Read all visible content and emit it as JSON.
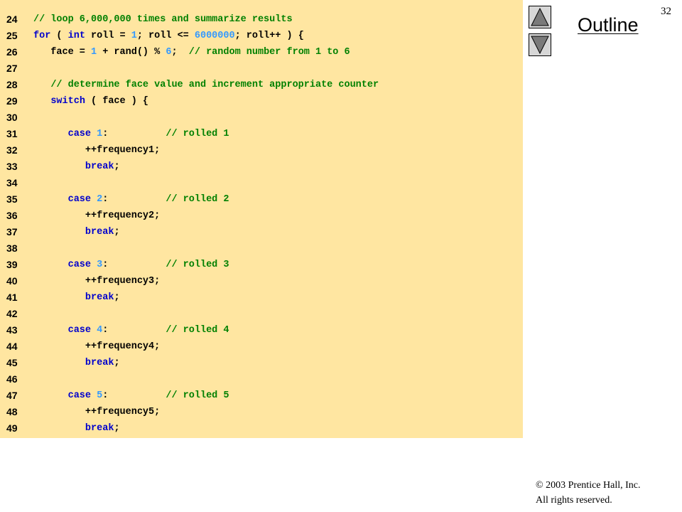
{
  "slide": {
    "number": "32",
    "outline_label": "Outline",
    "copyright_line1": "© 2003 Prentice Hall, Inc.",
    "copyright_line2": "All rights reserved.",
    "nav_up_icon": "triangle-up-icon",
    "nav_down_icon": "triangle-down-icon"
  },
  "colors": {
    "panel_background": "#ffe6a1",
    "keyword": "#0000cc",
    "number": "#3399ff",
    "comment": "#008000",
    "plain": "#000000"
  },
  "code_lines": [
    {
      "num": "24",
      "tokens": [
        [
          "comment",
          "// loop 6,000,000 times and summarize results"
        ]
      ]
    },
    {
      "num": "25",
      "tokens": [
        [
          "keyword",
          "for"
        ],
        [
          "plain",
          " ( "
        ],
        [
          "keyword",
          "int"
        ],
        [
          "plain",
          " roll = "
        ],
        [
          "number",
          "1"
        ],
        [
          "plain",
          "; roll <= "
        ],
        [
          "number",
          "6000000"
        ],
        [
          "plain",
          "; roll++ ) {"
        ]
      ]
    },
    {
      "num": "26",
      "tokens": [
        [
          "plain",
          "   face = "
        ],
        [
          "number",
          "1"
        ],
        [
          "plain",
          " + rand() % "
        ],
        [
          "number",
          "6"
        ],
        [
          "plain",
          ";  "
        ],
        [
          "comment",
          "// random number from 1 to 6"
        ]
      ]
    },
    {
      "num": "27",
      "tokens": []
    },
    {
      "num": "28",
      "tokens": [
        [
          "plain",
          "   "
        ],
        [
          "comment",
          "// determine face value and increment appropriate counter"
        ]
      ]
    },
    {
      "num": "29",
      "tokens": [
        [
          "plain",
          "   "
        ],
        [
          "keyword",
          "switch"
        ],
        [
          "plain",
          " ( face ) {"
        ]
      ]
    },
    {
      "num": "30",
      "tokens": []
    },
    {
      "num": "31",
      "tokens": [
        [
          "plain",
          "      "
        ],
        [
          "keyword",
          "case"
        ],
        [
          "plain",
          " "
        ],
        [
          "number",
          "1"
        ],
        [
          "plain",
          ":          "
        ],
        [
          "comment",
          "// rolled 1"
        ]
      ]
    },
    {
      "num": "32",
      "tokens": [
        [
          "plain",
          "         ++frequency1;"
        ]
      ]
    },
    {
      "num": "33",
      "tokens": [
        [
          "plain",
          "         "
        ],
        [
          "keyword",
          "break"
        ],
        [
          "plain",
          ";"
        ]
      ]
    },
    {
      "num": "34",
      "tokens": []
    },
    {
      "num": "35",
      "tokens": [
        [
          "plain",
          "      "
        ],
        [
          "keyword",
          "case"
        ],
        [
          "plain",
          " "
        ],
        [
          "number",
          "2"
        ],
        [
          "plain",
          ":          "
        ],
        [
          "comment",
          "// rolled 2"
        ]
      ]
    },
    {
      "num": "36",
      "tokens": [
        [
          "plain",
          "         ++frequency2;"
        ]
      ]
    },
    {
      "num": "37",
      "tokens": [
        [
          "plain",
          "         "
        ],
        [
          "keyword",
          "break"
        ],
        [
          "plain",
          ";"
        ]
      ]
    },
    {
      "num": "38",
      "tokens": []
    },
    {
      "num": "39",
      "tokens": [
        [
          "plain",
          "      "
        ],
        [
          "keyword",
          "case"
        ],
        [
          "plain",
          " "
        ],
        [
          "number",
          "3"
        ],
        [
          "plain",
          ":          "
        ],
        [
          "comment",
          "// rolled 3"
        ]
      ]
    },
    {
      "num": "40",
      "tokens": [
        [
          "plain",
          "         ++frequency3;"
        ]
      ]
    },
    {
      "num": "41",
      "tokens": [
        [
          "plain",
          "         "
        ],
        [
          "keyword",
          "break"
        ],
        [
          "plain",
          ";"
        ]
      ]
    },
    {
      "num": "42",
      "tokens": []
    },
    {
      "num": "43",
      "tokens": [
        [
          "plain",
          "      "
        ],
        [
          "keyword",
          "case"
        ],
        [
          "plain",
          " "
        ],
        [
          "number",
          "4"
        ],
        [
          "plain",
          ":          "
        ],
        [
          "comment",
          "// rolled 4"
        ]
      ]
    },
    {
      "num": "44",
      "tokens": [
        [
          "plain",
          "         ++frequency4;"
        ]
      ]
    },
    {
      "num": "45",
      "tokens": [
        [
          "plain",
          "         "
        ],
        [
          "keyword",
          "break"
        ],
        [
          "plain",
          ";"
        ]
      ]
    },
    {
      "num": "46",
      "tokens": []
    },
    {
      "num": "47",
      "tokens": [
        [
          "plain",
          "      "
        ],
        [
          "keyword",
          "case"
        ],
        [
          "plain",
          " "
        ],
        [
          "number",
          "5"
        ],
        [
          "plain",
          ":          "
        ],
        [
          "comment",
          "// rolled 5"
        ]
      ]
    },
    {
      "num": "48",
      "tokens": [
        [
          "plain",
          "         ++frequency5;"
        ]
      ]
    },
    {
      "num": "49",
      "tokens": [
        [
          "plain",
          "         "
        ],
        [
          "keyword",
          "break"
        ],
        [
          "plain",
          ";"
        ]
      ]
    }
  ]
}
